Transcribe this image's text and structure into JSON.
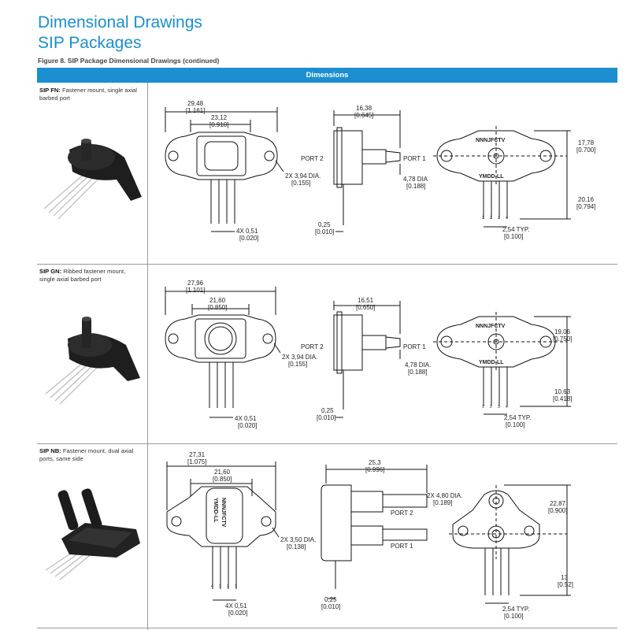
{
  "header": {
    "title_line1": "Dimensional Drawings",
    "title_line2": "SIP Packages",
    "figure_caption": "Figure 8. SIP Package Dimensional Drawings (continued)",
    "table_header": "Dimensions"
  },
  "colors": {
    "accent": "#1b8fd0"
  },
  "rows": [
    {
      "code": "SIP FN:",
      "description": "Fastener mount, single axial barbed port",
      "dims": {
        "overall_w_mm": "29,48",
        "overall_w_in": "[1.161]",
        "inner_w_mm": "23,12",
        "inner_w_in": "[0.910]",
        "hole_mm": "2X 3,94 DIA.",
        "hole_in": "[0.155]",
        "pin_mm": "4X 0,51",
        "pin_in": "[0.020]",
        "depth_mm": "16,38",
        "depth_in": "[0.645]",
        "port2": "PORT 2",
        "port1": "PORT 1",
        "port_dia_mm": "4,78 DIA",
        "port_dia_in": "[0.188]",
        "lead_mm": "0,25",
        "lead_in": "[0.010]",
        "upper_h_mm": "17,78",
        "upper_h_in": "[0.700]",
        "lower_h_mm": "20,16",
        "lower_h_in": "[0.794]",
        "pitch_mm": "2,54 TYP.",
        "pitch_in": "[0.100]",
        "mark1": "NNNJFCTV",
        "mark2": "YMDD-LL",
        "pins": [
          "1",
          "2",
          "3",
          "4"
        ]
      }
    },
    {
      "code": "SIP GN:",
      "description": "Ribbed fastener mount, single axial barbed port",
      "dims": {
        "overall_w_mm": "27,96",
        "overall_w_in": "[1.101]",
        "inner_w_mm": "21,60",
        "inner_w_in": "[0.850]",
        "hole_mm": "2X 3,94 DIA.",
        "hole_in": "[0.155]",
        "pin_mm": "4X 0,51",
        "pin_in": "[0.020]",
        "depth_mm": "16,51",
        "depth_in": "[0.650]",
        "port2": "PORT 2",
        "port1": "PORT 1",
        "port_dia_mm": "4,78 DIA.",
        "port_dia_in": "[0.188]",
        "lead_mm": "0,25",
        "lead_in": "[0.010]",
        "upper_h_mm": "19,06",
        "upper_h_in": "[0.750]",
        "lower_h_mm": "10,63",
        "lower_h_in": "[0.418]",
        "pitch_mm": "2,54 TYP.",
        "pitch_in": "[0.100]",
        "mark1": "NNNJFCTV",
        "mark2": "YMDD-LL",
        "pins": [
          "1",
          "2",
          "3",
          "4"
        ]
      }
    },
    {
      "code": "SIP NB:",
      "description": "Fastener mount, dual axial ports, same side",
      "dims": {
        "overall_w_mm": "27,31",
        "overall_w_in": "[1.075]",
        "inner_w_mm": "21,60",
        "inner_w_in": "[0.850]",
        "hole_mm": "2X 3,50 DIA.",
        "hole_in": "[0.138]",
        "pin_mm": "4X 0,51",
        "pin_in": "[0.020]",
        "depth_mm": "25,3",
        "depth_in": "[0.996]",
        "port2": "PORT 2",
        "port1": "PORT 1",
        "port_dia_mm": "2X 4,80 DIA.",
        "port_dia_in": "[0.189]",
        "lead_mm": "0,25",
        "lead_in": "[0.010]",
        "upper_h_mm": "22,87",
        "upper_h_in": "[0.900]",
        "lower_h_mm": "13",
        "lower_h_in": "[0.52]",
        "pitch_mm": "2,54 TYP.",
        "pitch_in": "[0.100]",
        "mark1": "NNNJFCTV",
        "mark2": "YMDD-LL",
        "pins": [
          "4",
          "3",
          "2",
          "1"
        ]
      }
    }
  ]
}
